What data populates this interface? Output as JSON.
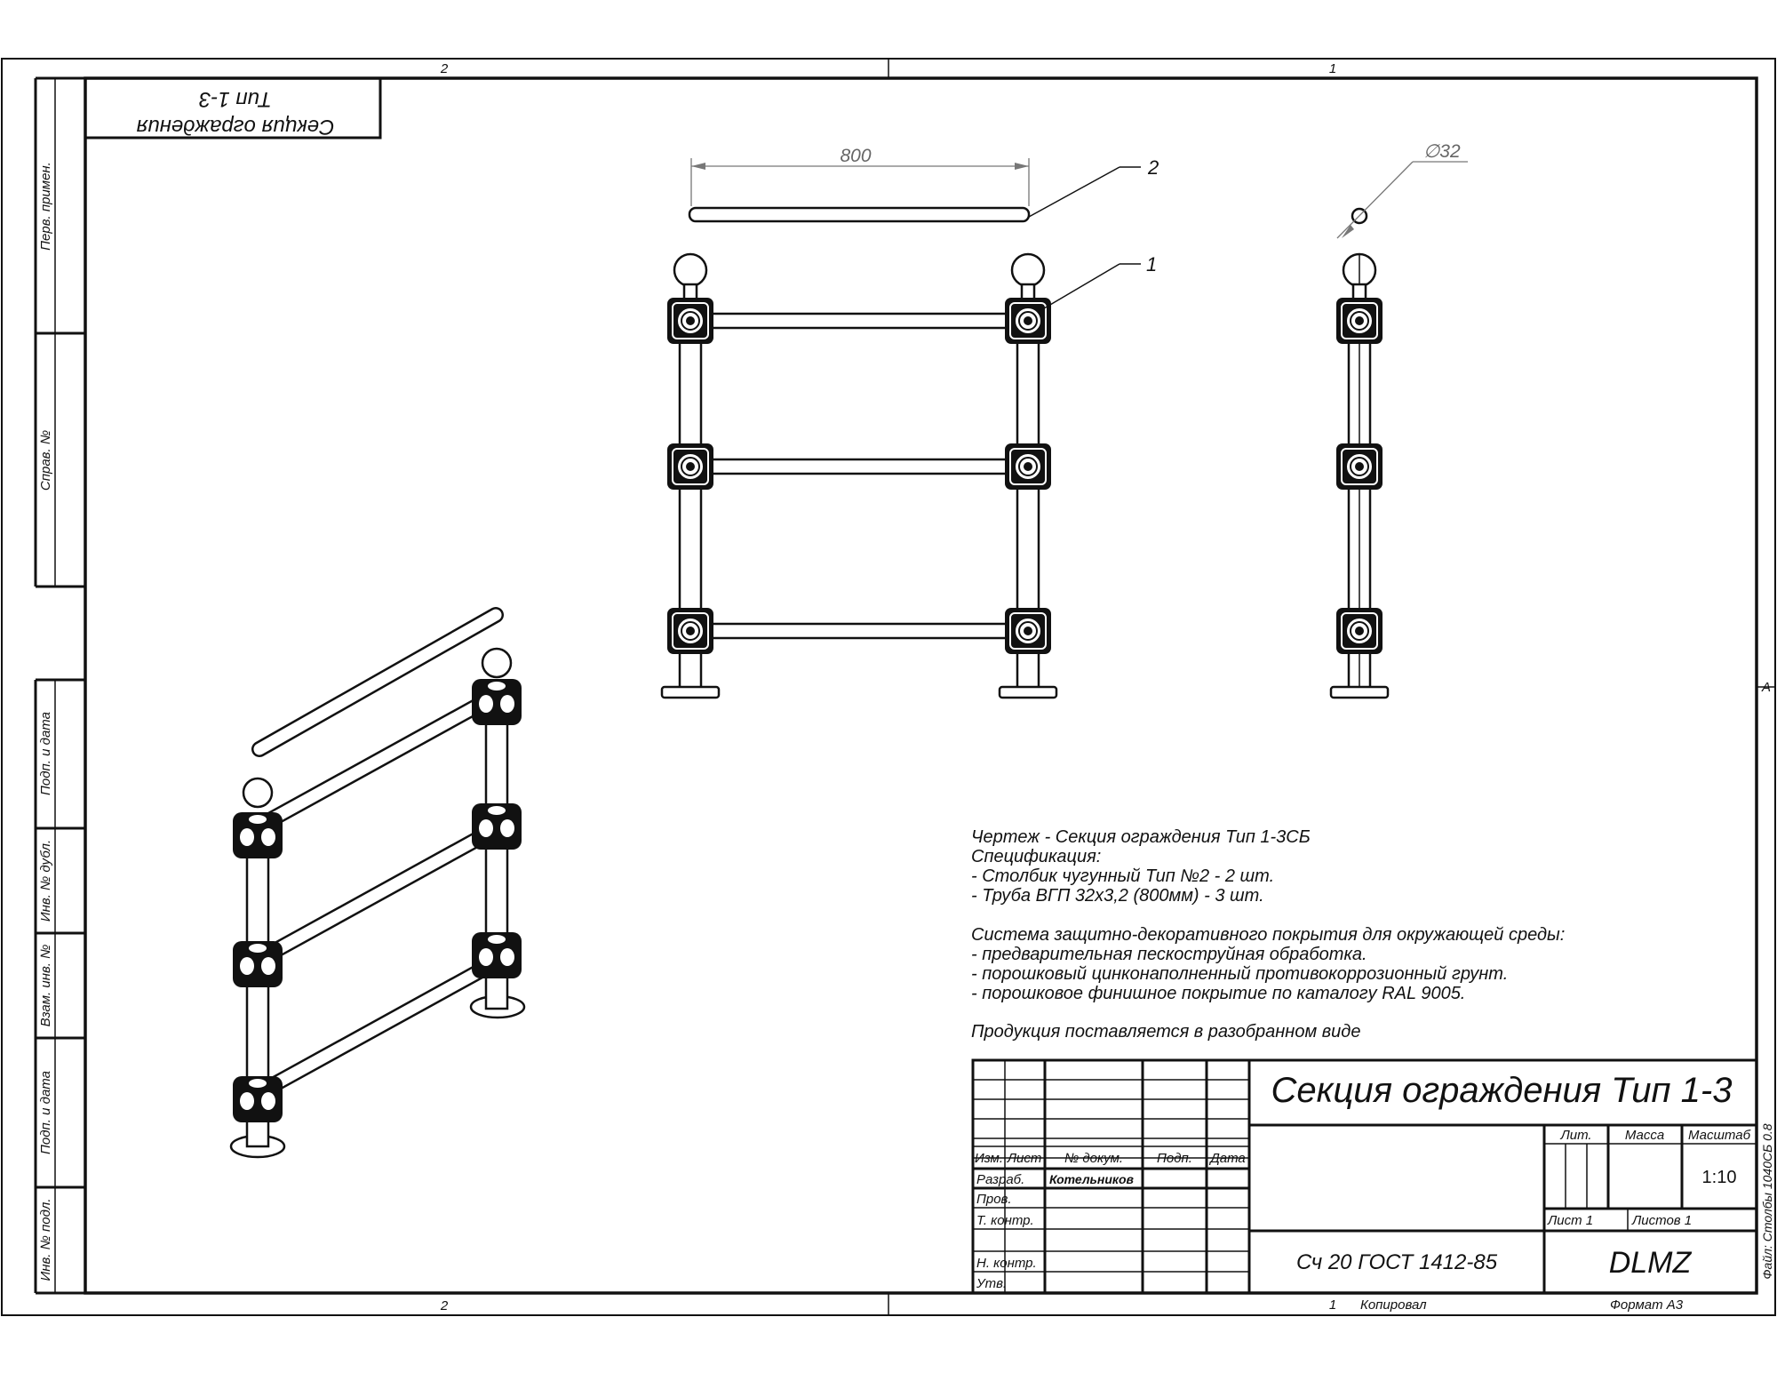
{
  "zones": {
    "top_left": "2",
    "top_right": "1",
    "bottom_left": "2",
    "right_side": "A"
  },
  "rotated_title": {
    "line1": "Секция ограждения",
    "line2": "Тип 1-3"
  },
  "left_strip": {
    "perv_primen": "Перв. примен.",
    "sprav_no": "Справ. №",
    "podp_data_1": "Подп. и дата",
    "inv_no_dubl": "Инв. № дубл.",
    "vzam_inv_no": "Взам. инв. №",
    "podp_data_2": "Подп. и дата",
    "inv_no_podl": "Инв. № подл."
  },
  "dimensions": {
    "length": "800",
    "diameter": "∅32",
    "callout_1": "1",
    "callout_2": "2"
  },
  "notes": [
    "Чертеж - Секция ограждения Тип 1-3СБ",
    "Спецификация:",
    "- Столбик чугунный Тип №2 - 2 шт.",
    "- Труба ВГП 32х3,2 (800мм) - 3 шт.",
    "",
    "Система защитно-декоративного покрытия для окружающей среды:",
    "- предварительная пескоструйная обработка.",
    "- порошковый цинконаполненный противокоррозионный грунт.",
    "- порошковое финишное покрытие по каталогу RAL 9005.",
    "",
    "Продукция поставляется в разобранном виде"
  ],
  "title_block": {
    "title": "Секция ограждения Тип 1-3",
    "headers": {
      "izm": "Изм.",
      "list": "Лист",
      "doc_no": "№ докум.",
      "podp": "Подп.",
      "data": "Дата"
    },
    "roles": {
      "razrab": "Разраб.",
      "prov": "Пров.",
      "t_kontr": "Т. контр.",
      "n_kontr": "Н. контр.",
      "utv": "Утв."
    },
    "developer": "Котельников",
    "lit": "Лит.",
    "massa": "Масса",
    "masshtab": "Масштаб",
    "scale": "1:10",
    "sheet": "Лист 1",
    "sheets": "Листов 1",
    "material": "Сч 20 ГОСТ 1412-85",
    "company": "DLMZ",
    "file": "Файл: Столбы 1040СБ 0.8"
  },
  "footer": {
    "zone": "1",
    "copied": "Копировал",
    "format": "Формат А3"
  }
}
